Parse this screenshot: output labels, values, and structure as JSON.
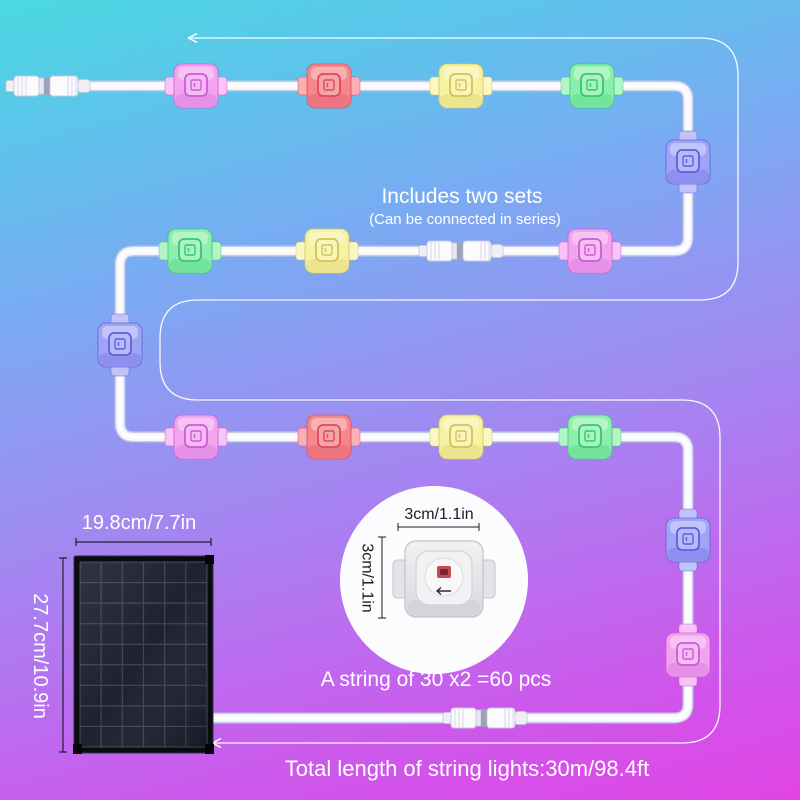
{
  "intro": {
    "title": "Includes two sets",
    "subtitle": "(Can be connected in series)"
  },
  "solar_panel": {
    "width_label": "19.8cm/7.7in",
    "height_label": "27.7cm/10.9in"
  },
  "bulb_detail": {
    "width_label": "3cm/1.1in",
    "height_label": "3cm/1.1in"
  },
  "quantity_label": "A string of 30 x2 =60 pcs",
  "total_length_label": "Total length of string lights:30m/98.4ft",
  "string_lights": [
    {
      "body": "#f2a4ef",
      "accent": "#cc5cd4"
    },
    {
      "body": "#f4868c",
      "accent": "#dc4a5e"
    },
    {
      "body": "#f7f2a2",
      "accent": "#cfc45a"
    },
    {
      "body": "#8cefab",
      "accent": "#36c676"
    },
    {
      "body": "#a0a3f6",
      "accent": "#5c60de"
    },
    {
      "body": "#f2a4ef",
      "accent": "#cc5cd4"
    },
    {
      "body": "#f7f2a2",
      "accent": "#cfc45a"
    },
    {
      "body": "#8cefab",
      "accent": "#36c676"
    },
    {
      "body": "#a0a3f6",
      "accent": "#5c60de"
    },
    {
      "body": "#f2a4ef",
      "accent": "#cc5cd4"
    },
    {
      "body": "#f4868c",
      "accent": "#dc4a5e"
    },
    {
      "body": "#f7f2a2",
      "accent": "#cfc45a"
    },
    {
      "body": "#8cefab",
      "accent": "#36c676"
    },
    {
      "body": "#a0a3f6",
      "accent": "#5c60de"
    },
    {
      "body": "#f2a4ef",
      "accent": "#cc5cd4"
    }
  ]
}
